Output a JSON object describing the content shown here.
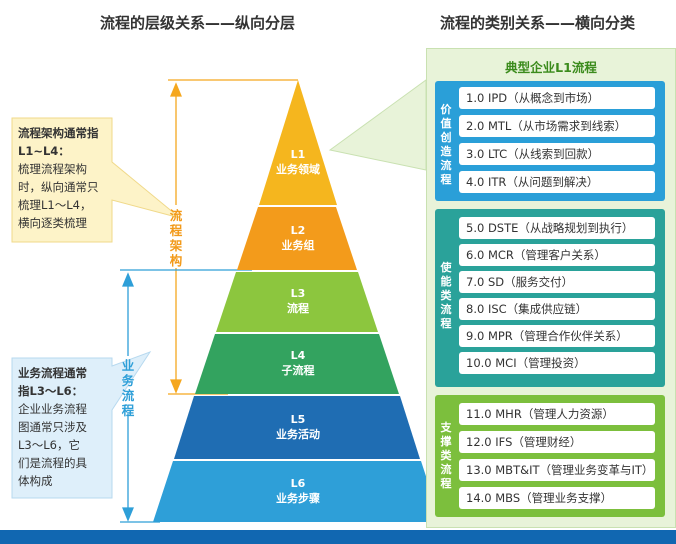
{
  "headers": {
    "left": "流程的层级关系——纵向分层",
    "right": "流程的类别关系——横向分类"
  },
  "note_top": {
    "title1": "流程架构通常指",
    "title2": "L1~L4：",
    "line1": "梳理流程架构",
    "line2": "时，纵向通常只",
    "line3": "梳理L1～L4，",
    "line4": "横向逐类梳理"
  },
  "note_bottom": {
    "title1": "业务流程通常",
    "title2": "指L3～L6：",
    "line1": "企业业务流程",
    "line2": "图通常只涉及",
    "line3": "L3～L6，它",
    "line4": "们是流程的具",
    "line5": "体构成"
  },
  "brackets": {
    "architecture": "流程架构",
    "business": "业务流程"
  },
  "pyramid": {
    "levels": [
      {
        "code": "L1",
        "name": "业务领域",
        "color": "#f5b61e"
      },
      {
        "code": "L2",
        "name": "业务组",
        "color": "#f39b1b"
      },
      {
        "code": "L3",
        "name": "流程",
        "color": "#8cc63e"
      },
      {
        "code": "L4",
        "name": "子流程",
        "color": "#33a35f"
      },
      {
        "code": "L5",
        "name": "业务活动",
        "color": "#1f6db3"
      },
      {
        "code": "L6",
        "name": "业务步骤",
        "color": "#2e9fd8"
      }
    ]
  },
  "panel": {
    "title": "典型企业L1流程",
    "groups": [
      {
        "label": "价值创造流程",
        "color": "#2a9fd8",
        "items": [
          "1.0 IPD（从概念到市场）",
          "2.0 MTL（从市场需求到线索）",
          "3.0 LTC（从线索到回款）",
          "4.0 ITR（从问题到解决）"
        ]
      },
      {
        "label": "使能类流程",
        "color": "#2aa29a",
        "items": [
          "5.0 DSTE（从战略规划到执行）",
          "6.0 MCR（管理客户关系）",
          "7.0 SD（服务交付）",
          "8.0 ISC（集成供应链）",
          "9.0 MPR（管理合作伙伴关系）",
          "10.0 MCI（管理投资）"
        ]
      },
      {
        "label": "支撑类流程",
        "color": "#7cbf3d",
        "items": [
          "11.0 MHR（管理人力资源）",
          "12.0 IFS（管理财经）",
          "13.0 MBT&IT（管理业务变革与IT）",
          "14.0 MBS（管理业务支撑）"
        ]
      }
    ]
  }
}
